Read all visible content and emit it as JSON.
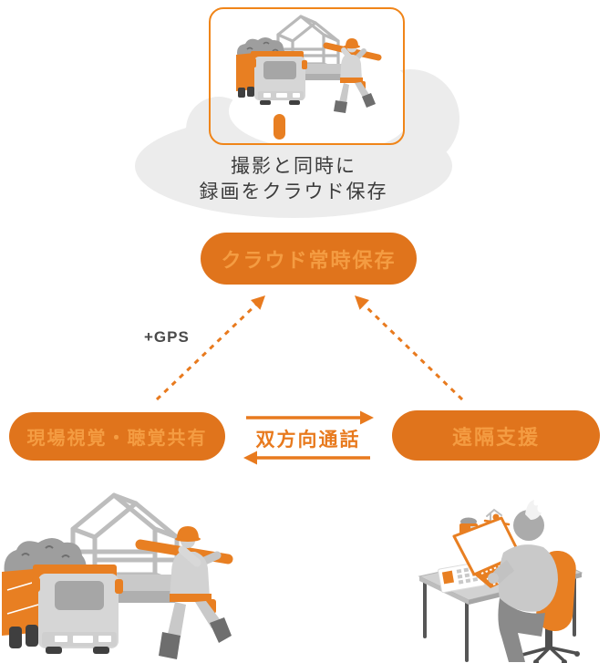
{
  "diagram": {
    "cloud_caption": {
      "line1": "撮影と同時に",
      "line2": "録画をクラウド保存"
    },
    "nodes": {
      "cloud_storage": {
        "label": "クラウド常時保存"
      },
      "site_sharing": {
        "label": "現場視覚・聴覚共有"
      },
      "remote_support": {
        "label": "遠隔支援"
      }
    },
    "edges": {
      "gps": {
        "label": "+GPS"
      },
      "two_way_call": {
        "label": "双方向通話"
      }
    },
    "icons": {
      "cloud": "cloud-shape",
      "video_frame": "rounded-rect-orange-border",
      "construction_site_video": "truck-building-worker-illustration",
      "video_progress_bar": "white-bar-orange-handle",
      "site_illustration": "dump-truck-building-worker",
      "remote_support_illustration": "operator-at-desk-with-laptop"
    },
    "colors": {
      "orange": "#e87a1e",
      "pill_background": "#e0741c",
      "pill_text": "#f49c42",
      "frame_border": "#f08519",
      "cloud_gray": "#ececec",
      "caption_text": "#3c3c3c",
      "gps_text": "#4a4a4a"
    }
  }
}
